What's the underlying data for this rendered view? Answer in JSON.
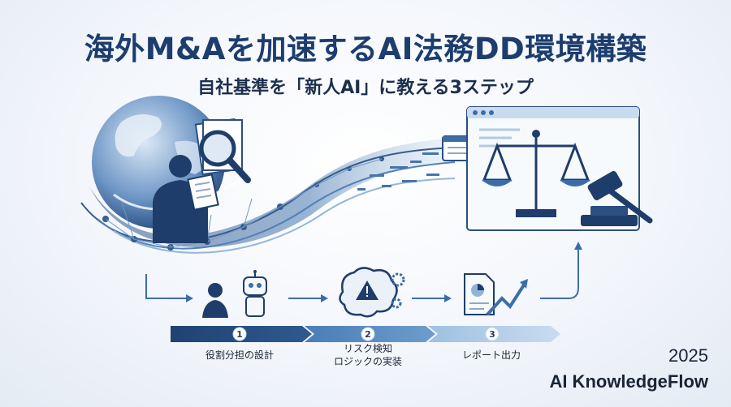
{
  "header": {
    "title": "海外M&Aを加速するAI法務DD環境構築",
    "subtitle": "自社基準を「新人AI」に教える3ステップ"
  },
  "steps": [
    {
      "number": "1",
      "label_lines": [
        "役割分担の設計"
      ],
      "icon": "person-robot-icon"
    },
    {
      "number": "2",
      "label_lines": [
        "リスク検知",
        "ロジックの実装"
      ],
      "icon": "brain-warning-icon"
    },
    {
      "number": "3",
      "label_lines": [
        "レポート出力"
      ],
      "icon": "report-chart-icon"
    }
  ],
  "footer": {
    "year": "2025",
    "brand": "AI KnowledgeFlow"
  },
  "colors": {
    "navy": "#1c3d6e",
    "blue": "#3b6ea8",
    "light_blue": "#8fb3d9",
    "pale_blue": "#c9dbef"
  }
}
